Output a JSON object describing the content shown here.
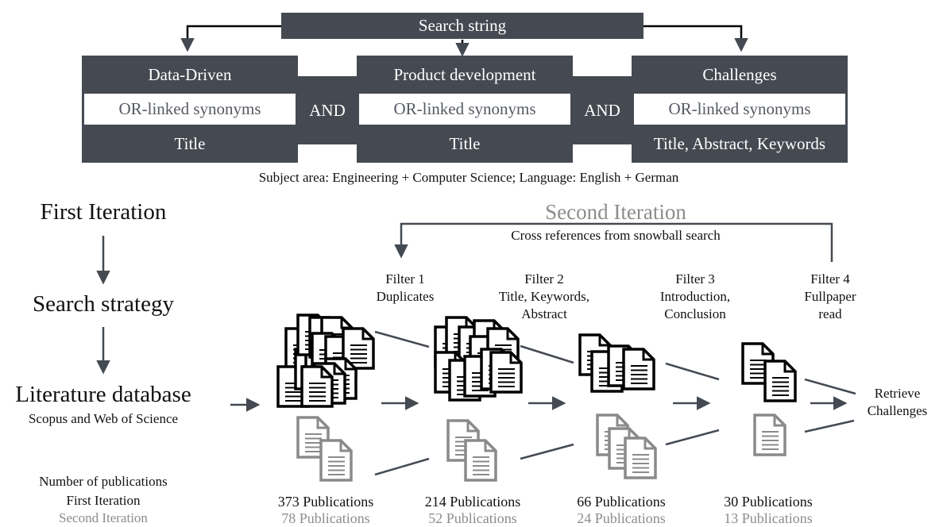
{
  "search": {
    "root": "Search string",
    "columns": [
      {
        "header": "Data-Driven",
        "synonyms": "OR-linked synonyms",
        "field": "Title"
      },
      {
        "header": "Product development",
        "synonyms": "OR-linked synonyms",
        "field": "Title"
      },
      {
        "header": "Challenges",
        "synonyms": "OR-linked synonyms",
        "field": "Title, Abstract, Keywords"
      }
    ],
    "connectors": [
      "AND",
      "AND"
    ],
    "subject_note": "Subject area: Engineering + Computer Science; Language: English + German"
  },
  "left": {
    "first_iteration": "First Iteration",
    "search_strategy": "Search strategy",
    "literature_database": "Literature database",
    "database_names": "Scopus and Web of Science",
    "legend_title": "Number of publications",
    "legend_first": "First Iteration",
    "legend_second": "Second Iteration"
  },
  "second_iteration": {
    "title": "Second Iteration",
    "subtitle": "Cross references from snowball search"
  },
  "filters": [
    {
      "name": "Filter 1",
      "desc1": "Duplicates",
      "desc2": "",
      "desc3": ""
    },
    {
      "name": "Filter 2",
      "desc1": "Title, Keywords,",
      "desc2": "Abstract",
      "desc3": ""
    },
    {
      "name": "Filter 3",
      "desc1": "Introduction,",
      "desc2": "Conclusion",
      "desc3": ""
    },
    {
      "name": "Filter 4",
      "desc1": "Fullpaper",
      "desc2": "read",
      "desc3": ""
    }
  ],
  "counts": [
    {
      "first": "373 Publications",
      "second": "78 Publications",
      "first_value": 373,
      "second_value": 78
    },
    {
      "first": "214 Publications",
      "second": "52 Publications",
      "first_value": 214,
      "second_value": 52
    },
    {
      "first": "66 Publications",
      "second": "24 Publications",
      "first_value": 66,
      "second_value": 24
    },
    {
      "first": "30 Publications",
      "second": "13 Publications",
      "first_value": 30,
      "second_value": 13
    }
  ],
  "output": {
    "line1": "Retrieve",
    "line2": "Challenges"
  },
  "colors": {
    "box_dark": "#454a52",
    "arrow": "#444a52",
    "gray_doc": "#8a8a8a",
    "gray_text": "#8c8c8c"
  },
  "icons": {
    "black_document": "document-icon",
    "gray_document": "document-icon-gray"
  }
}
